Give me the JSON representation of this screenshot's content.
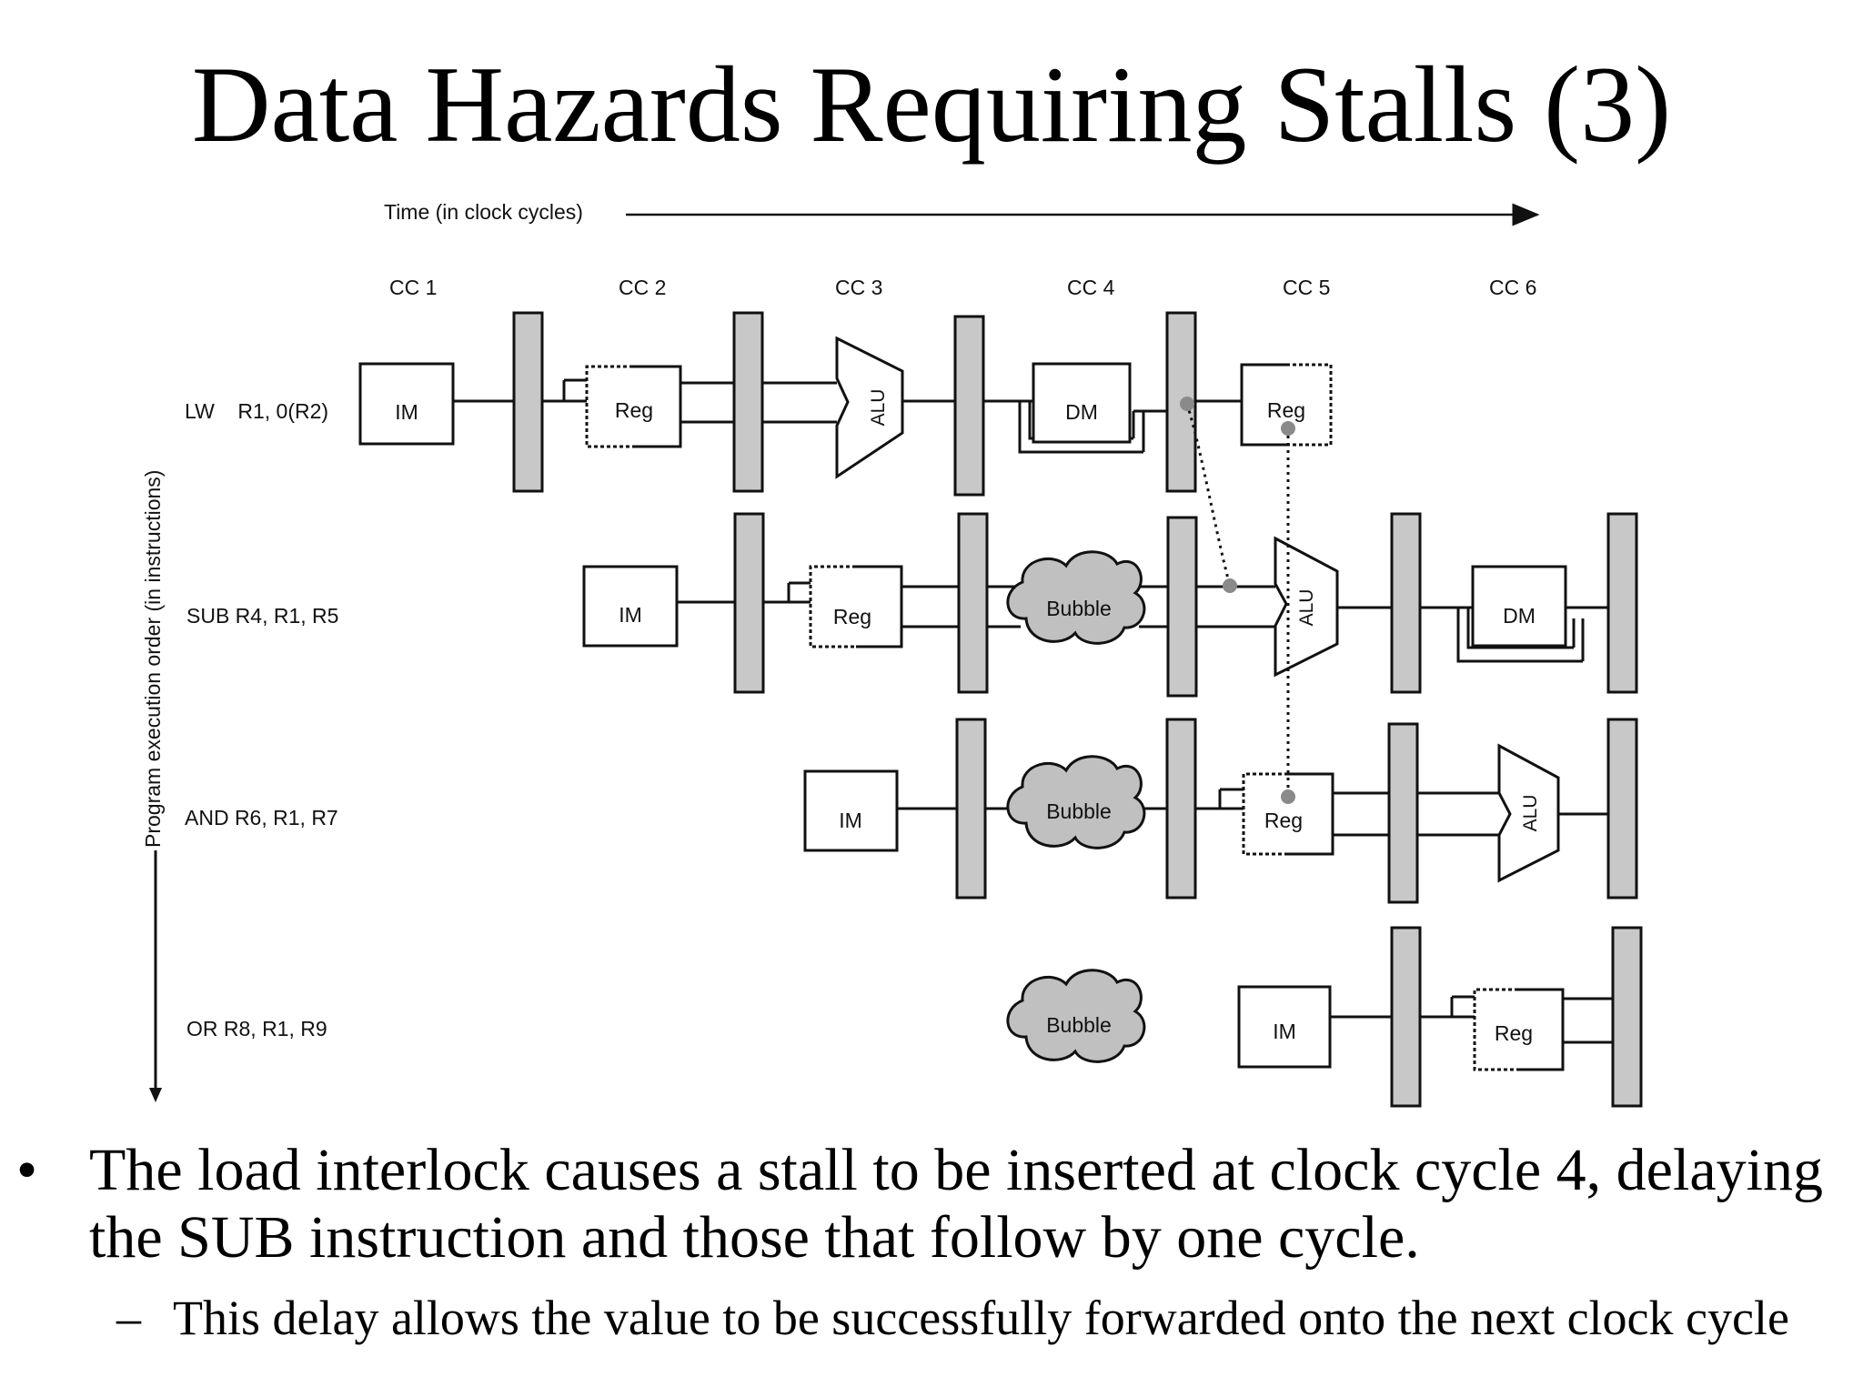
{
  "title": "Data Hazards Requiring Stalls (3)",
  "time_axis_label": "Time (in clock cycles)",
  "order_axis_label": "Program execution order (in instructions)",
  "clock_cycles": [
    "CC 1",
    "CC 2",
    "CC 3",
    "CC 4",
    "CC 5",
    "CC 6"
  ],
  "instructions": [
    {
      "label": "LW    R1, 0(R2)"
    },
    {
      "label": "SUB R4, R1, R5"
    },
    {
      "label": "AND R6, R1, R7"
    },
    {
      "label": "OR R8, R1, R9"
    }
  ],
  "stages": {
    "im": "IM",
    "reg": "Reg",
    "alu": "ALU",
    "dm": "DM",
    "bubble": "Bubble"
  },
  "bullets": [
    {
      "marker": "•",
      "text": "The load interlock causes a stall to be inserted at clock cycle 4, delaying the SUB instruction and those that follow by one cycle.",
      "sub": [
        {
          "marker": "–",
          "text": "This delay allows the value to be successfully forwarded onto the next clock cycle"
        }
      ]
    }
  ]
}
